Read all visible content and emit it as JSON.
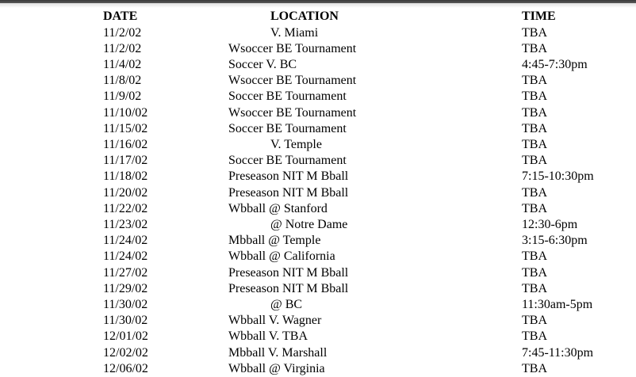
{
  "headers": {
    "date": "DATE",
    "location": "LOCATION",
    "time": "TIME"
  },
  "rows": [
    {
      "date": "11/2/02",
      "location": "V. Miami",
      "indent": true,
      "time": "TBA"
    },
    {
      "date": "11/2/02",
      "location": "Wsoccer BE Tournament",
      "indent": false,
      "time": "TBA"
    },
    {
      "date": "11/4/02",
      "location": "Soccer V. BC",
      "indent": false,
      "time": "4:45-7:30pm"
    },
    {
      "date": "11/8/02",
      "location": "Wsoccer BE Tournament",
      "indent": false,
      "time": "TBA"
    },
    {
      "date": "11/9/02",
      "location": "Soccer BE Tournament",
      "indent": false,
      "time": "TBA"
    },
    {
      "date": "11/10/02",
      "location": "Wsoccer BE Tournament",
      "indent": false,
      "time": "TBA"
    },
    {
      "date": "11/15/02",
      "location": "Soccer BE Tournament",
      "indent": false,
      "time": "TBA"
    },
    {
      "date": "11/16/02",
      "location": "V. Temple",
      "indent": true,
      "time": "TBA"
    },
    {
      "date": "11/17/02",
      "location": "Soccer BE Tournament",
      "indent": false,
      "time": "TBA"
    },
    {
      "date": "11/18/02",
      "location": "Preseason NIT M Bball",
      "indent": false,
      "time": "7:15-10:30pm"
    },
    {
      "date": "11/20/02",
      "location": "Preseason NIT M Bball",
      "indent": false,
      "time": "TBA"
    },
    {
      "date": "11/22/02",
      "location": "Wbball @ Stanford",
      "indent": false,
      "time": "TBA"
    },
    {
      "date": "11/23/02",
      "location": "@ Notre Dame",
      "indent": true,
      "time": "12:30-6pm"
    },
    {
      "date": "11/24/02",
      "location": "Mbball @ Temple",
      "indent": false,
      "time": "3:15-6:30pm"
    },
    {
      "date": "11/24/02",
      "location": "Wbball @ California",
      "indent": false,
      "time": "TBA"
    },
    {
      "date": "11/27/02",
      "location": "Preseason NIT M Bball",
      "indent": false,
      "time": "TBA"
    },
    {
      "date": "11/29/02",
      "location": "Preseason NIT M Bball",
      "indent": false,
      "time": "TBA"
    },
    {
      "date": "11/30/02",
      "location": "@ BC",
      "indent": true,
      "time": "11:30am-5pm"
    },
    {
      "date": "11/30/02",
      "location": "Wbball V. Wagner",
      "indent": false,
      "time": "TBA"
    },
    {
      "date": "12/01/02",
      "location": "Wbball V. TBA",
      "indent": false,
      "time": "TBA"
    },
    {
      "date": "12/02/02",
      "location": "Mbball V. Marshall",
      "indent": false,
      "time": "7:45-11:30pm"
    },
    {
      "date": "12/06/02",
      "location": "Wbball @ Virginia",
      "indent": false,
      "time": "TBA"
    }
  ]
}
